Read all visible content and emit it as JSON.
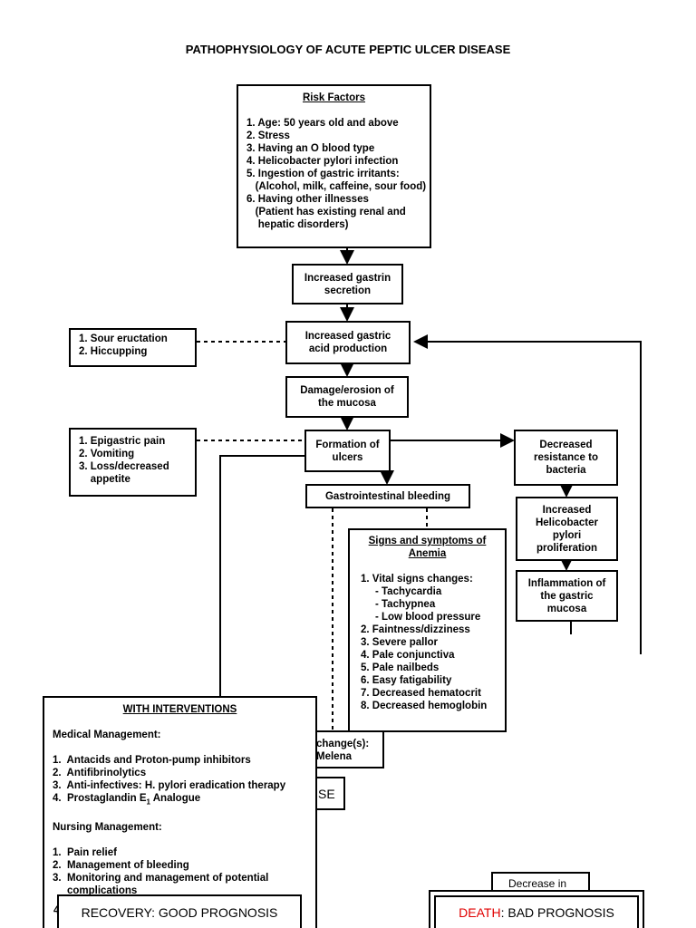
{
  "title": "PATHOPHYSIOLOGY OF ACUTE PEPTIC ULCER DISEASE",
  "risk_factors": {
    "heading": "Risk Factors",
    "items": [
      "1. Age: 50 years old and above",
      "2. Stress",
      "3. Having an O blood type",
      "4. Helicobacter pylori infection",
      "5. Ingestion of gastric irritants:",
      "   (Alcohol, milk, caffeine, sour food)",
      "6. Having other illnesses",
      "   (Patient has existing renal and",
      "    hepatic disorders)"
    ]
  },
  "nodes": {
    "gastrin": "Increased gastrin secretion",
    "acid": "Increased gastric acid production",
    "damage": "Damage/erosion of the mucosa",
    "ulcers": "Formation of ulcers",
    "gi_bleeding": "Gastrointestinal bleeding",
    "resistance": "Decreased resistance to bacteria",
    "hpylori": "Increased Helicobacter pylori proliferation",
    "inflammation": "Inflammation of the gastric mucosa"
  },
  "symptoms_1": [
    "1. Sour eructation",
    "2. Hiccupping"
  ],
  "symptoms_2": [
    "1. Epigastric pain",
    "2. Vomiting",
    "3. Loss/decreased",
    "    appetite"
  ],
  "anemia": {
    "heading_1": "Signs and symptoms of",
    "heading_2": "Anemia",
    "items": [
      "1. Vital signs changes:",
      "     - Tachycardia",
      "     - Tachypnea",
      "     - Low blood pressure",
      "2. Faintness/dizziness",
      "3. Severe pallor",
      "4. Pale conjunctiva",
      "5. Pale nailbeds",
      "6. Easy fatigability",
      "7. Decreased hematocrit",
      "8. Decreased hemoglobin"
    ]
  },
  "stool_change": {
    "line1": "change(s):",
    "line2": "Melena"
  },
  "partial_se": "SE",
  "interventions": {
    "heading": "WITH INTERVENTIONS",
    "medical_heading": "Medical Management:",
    "medical_items": [
      "1.  Antacids and Proton-pump inhibitors",
      "2.  Antifibrinolytics",
      "3.  Anti-infectives: H. pylori eradication therapy",
      "4.  Prostaglandin E",
      " Analogue"
    ],
    "subscript": "1",
    "nursing_heading": "Nursing Management:",
    "nursing_items": [
      "1.  Pain relief",
      "2.  Management of bleeding",
      "3.  Monitoring and management of potential",
      "     complications"
    ],
    "item4_prefix": "4"
  },
  "decrease_in": "Decrease in",
  "recovery": "RECOVERY: GOOD PROGNOSIS",
  "death": {
    "word": "DEATH",
    "rest": ": BAD PROGNOSIS",
    "word_color": "#e00000"
  }
}
